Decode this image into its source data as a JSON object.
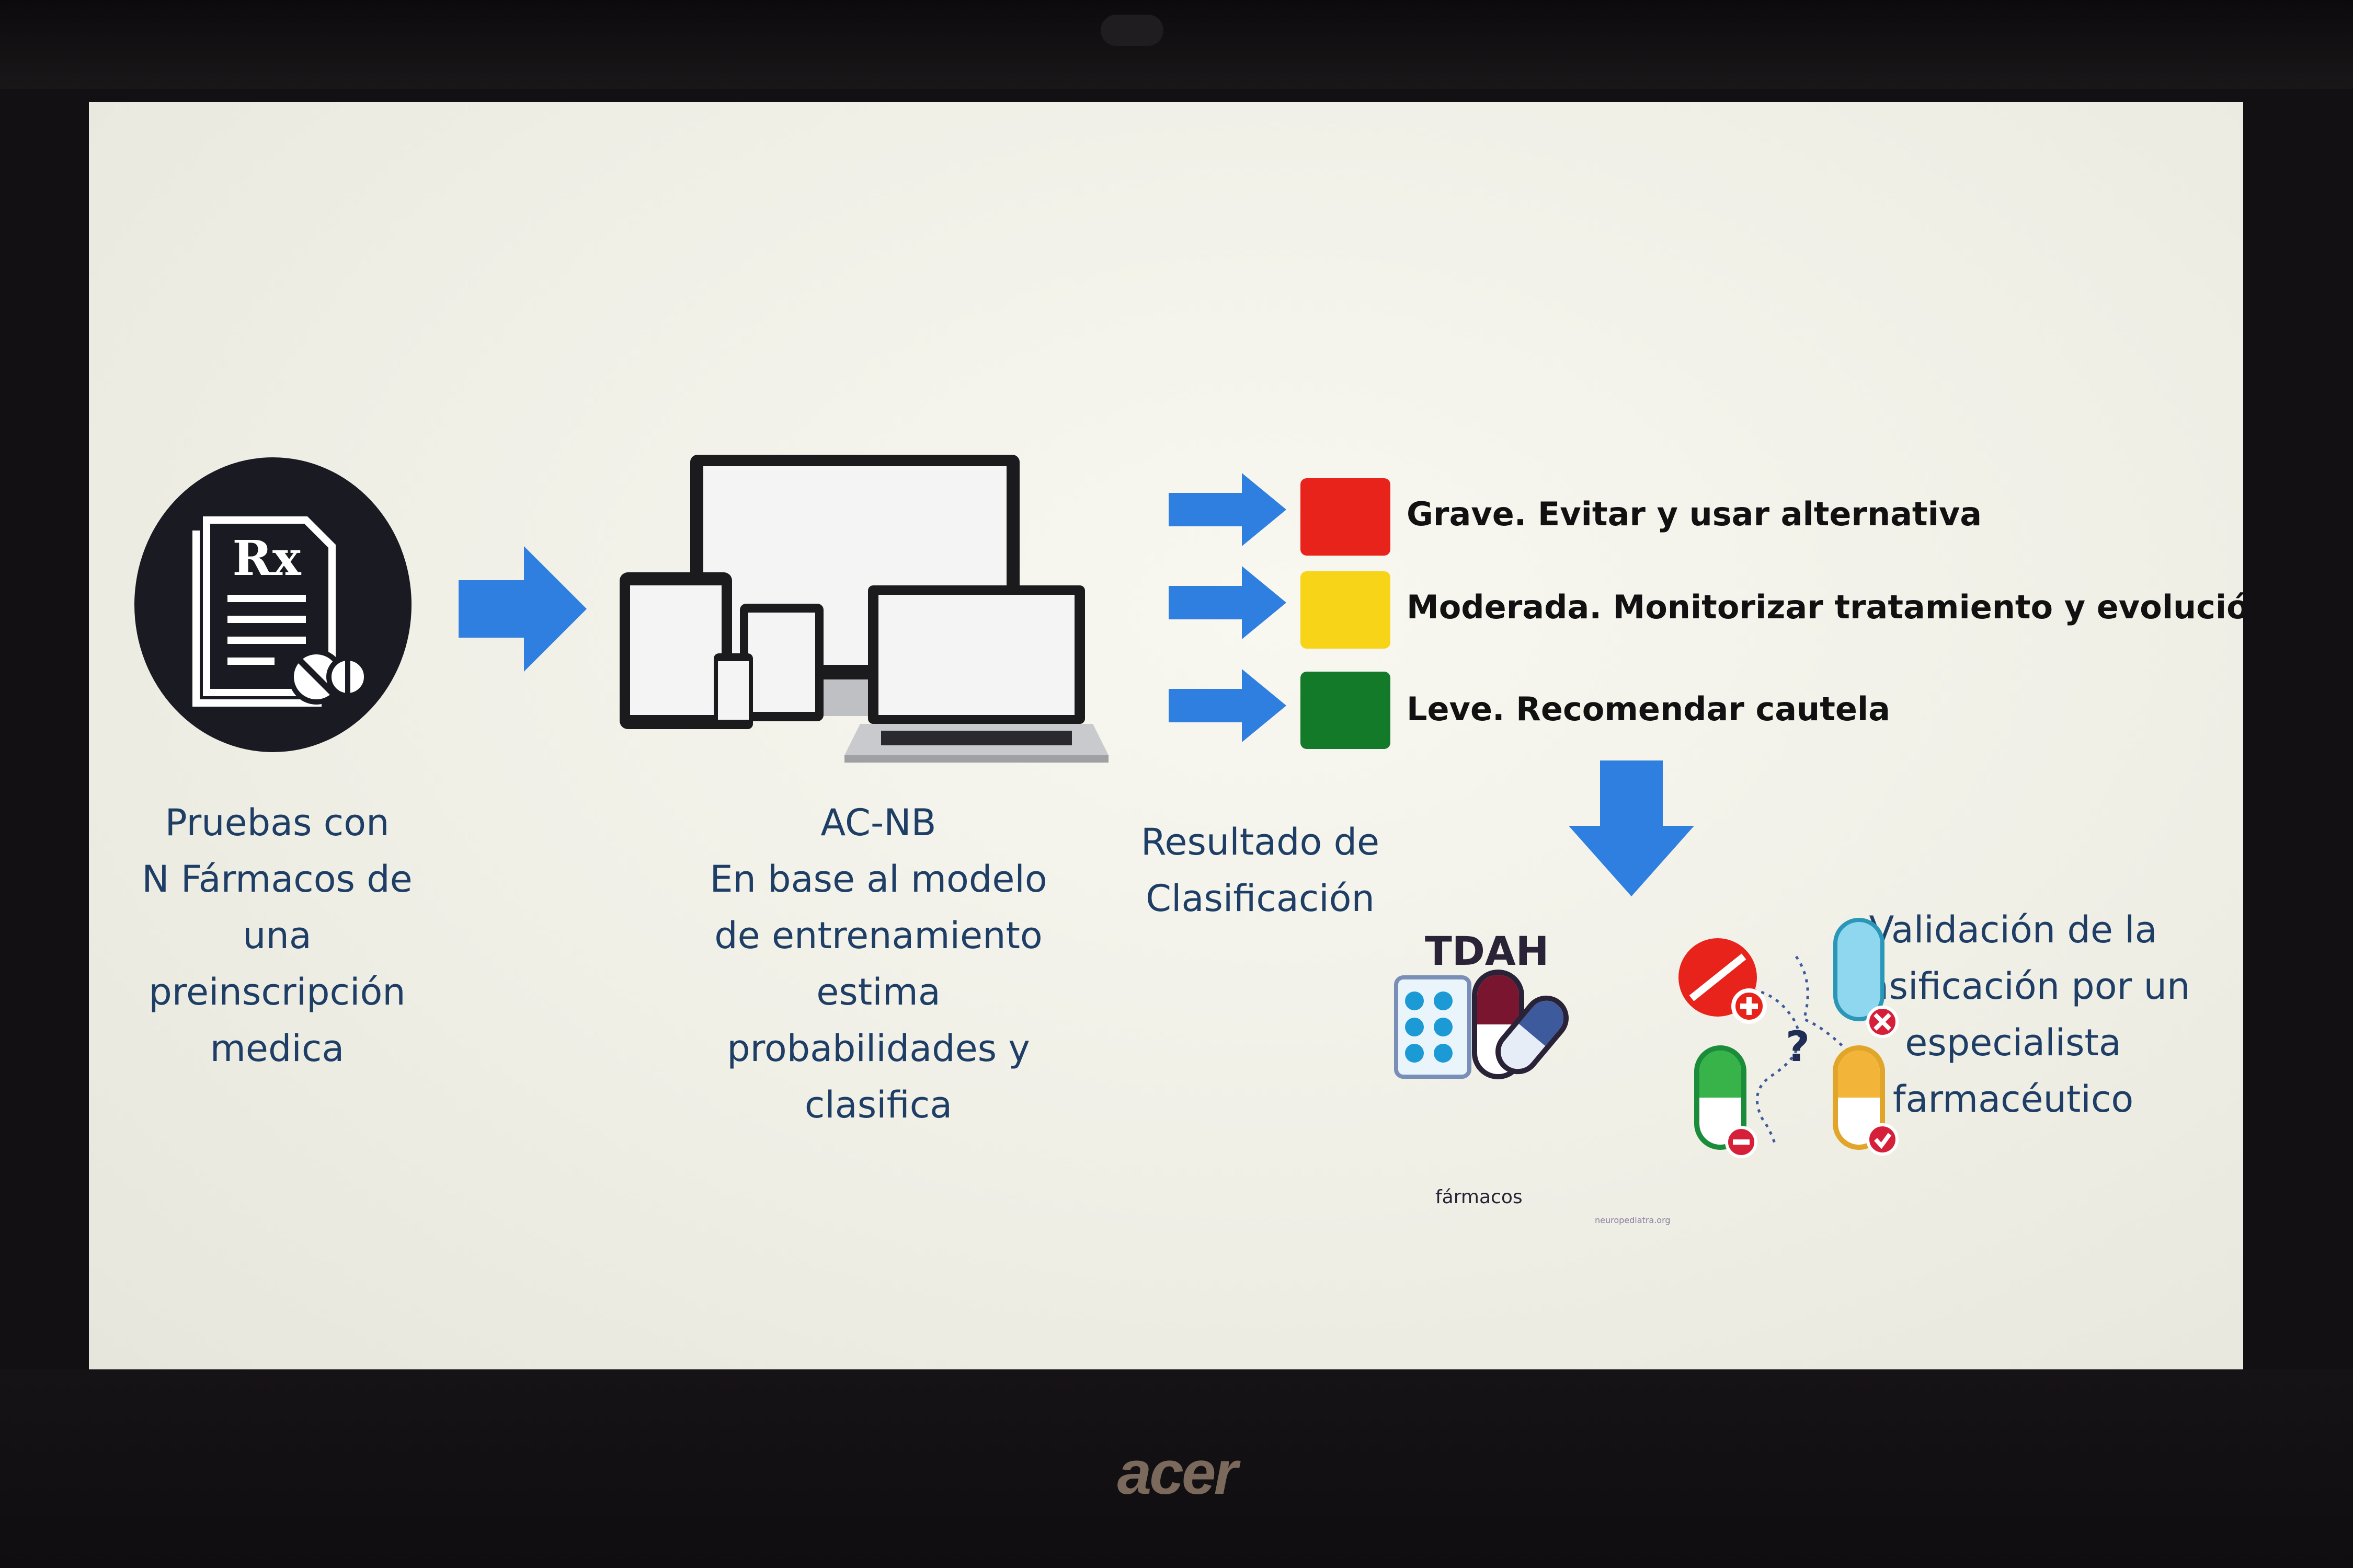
{
  "device": {
    "brand": "acer"
  },
  "slide": {
    "input": {
      "icon": "prescription-icon",
      "rx_mark": "Rx",
      "caption": "Pruebas con\nN Fármacos de una\npreinscripción\nmedica"
    },
    "model": {
      "icon": "devices-icon",
      "caption": "AC-NB\nEn base al modelo\nde entrenamiento\nestima\nprobabilidades y\nclasifica"
    },
    "result": {
      "caption": "Resultado de\nClasificación",
      "levels": [
        {
          "color": "#e8231c",
          "label": "Grave. Evitar y usar alternativa"
        },
        {
          "color": "#f7d417",
          "label": "Moderada. Monitorizar tratamiento y evolución"
        },
        {
          "color": "#137a2a",
          "label": "Leve. Recomendar cautela"
        }
      ]
    },
    "validation": {
      "tdah_title": "TDAH",
      "tdah_subtitle": "fármacos",
      "tdah_source": "neuropediatra.org",
      "pills_question": "?",
      "caption": "Validación de la\nclasificación por un\nespecialista\nfarmacéutico"
    },
    "colors": {
      "arrow": "#2f7fe0",
      "dark_circle": "#1a1a22",
      "caption_text": "#1f3e66"
    }
  }
}
